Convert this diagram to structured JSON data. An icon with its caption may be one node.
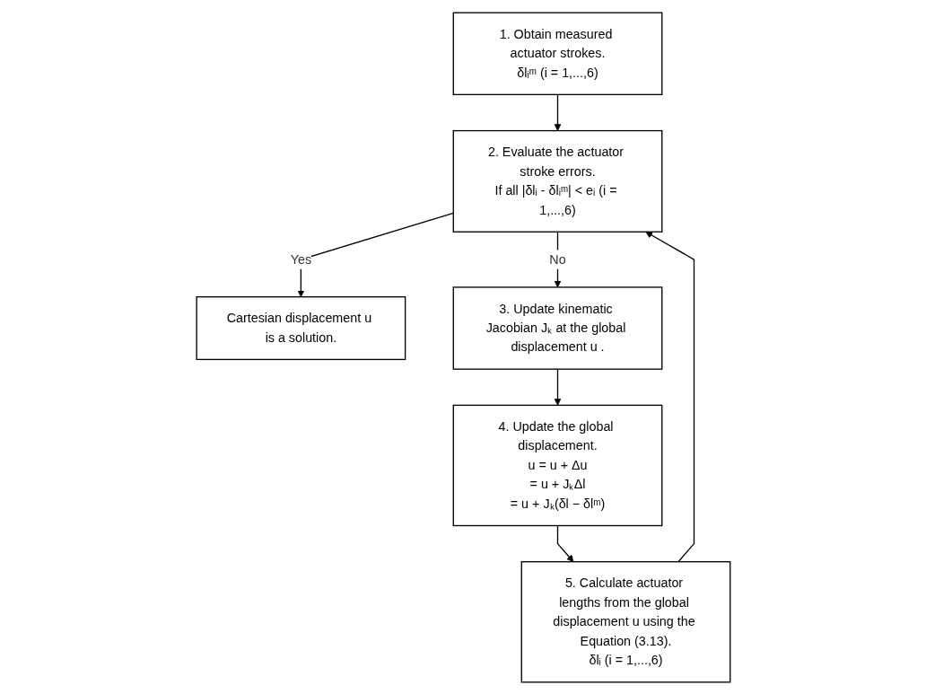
{
  "diagram": {
    "nodes": [
      {
        "text": [
          "1. Obtain measured actuator strokes.",
          "δlᵢᵐ (i = 1,...,6)"
        ]
      },
      {
        "text": [
          "2. Evaluate the actuator stroke errors.",
          "If all |δlᵢ - δlᵢᵐ| < eᵢ (i = 1,...,6)"
        ]
      },
      {
        "text": [
          "Cartesian displacement u is a solution."
        ]
      },
      {
        "text": [
          "3. Update kinematic Jacobian Jₖ at the global displacement u ."
        ]
      },
      {
        "text": [
          "4. Update the global displacement.",
          "u = u + Δu",
          "= u + JₖΔl",
          "= u + Jₖ(δl − δlᵐ)"
        ]
      },
      {
        "text": [
          "5. Calculate actuator lengths from the global displacement u using the Equation (3.13).",
          "δlᵢ (i = 1,...,6)"
        ]
      }
    ],
    "edges": [
      {
        "from": 0,
        "to": 1,
        "arrow": "to"
      },
      {
        "from": 1,
        "to": 2,
        "arrow": "to",
        "label": "Yes"
      },
      {
        "from": 1,
        "to": 3,
        "arrow": "to",
        "label": "No"
      },
      {
        "from": 3,
        "to": 4,
        "arrow": "to"
      },
      {
        "from": 4,
        "to": 5,
        "arrow": "to"
      },
      {
        "from": 5,
        "to": 1,
        "arrow": "to"
      }
    ]
  }
}
